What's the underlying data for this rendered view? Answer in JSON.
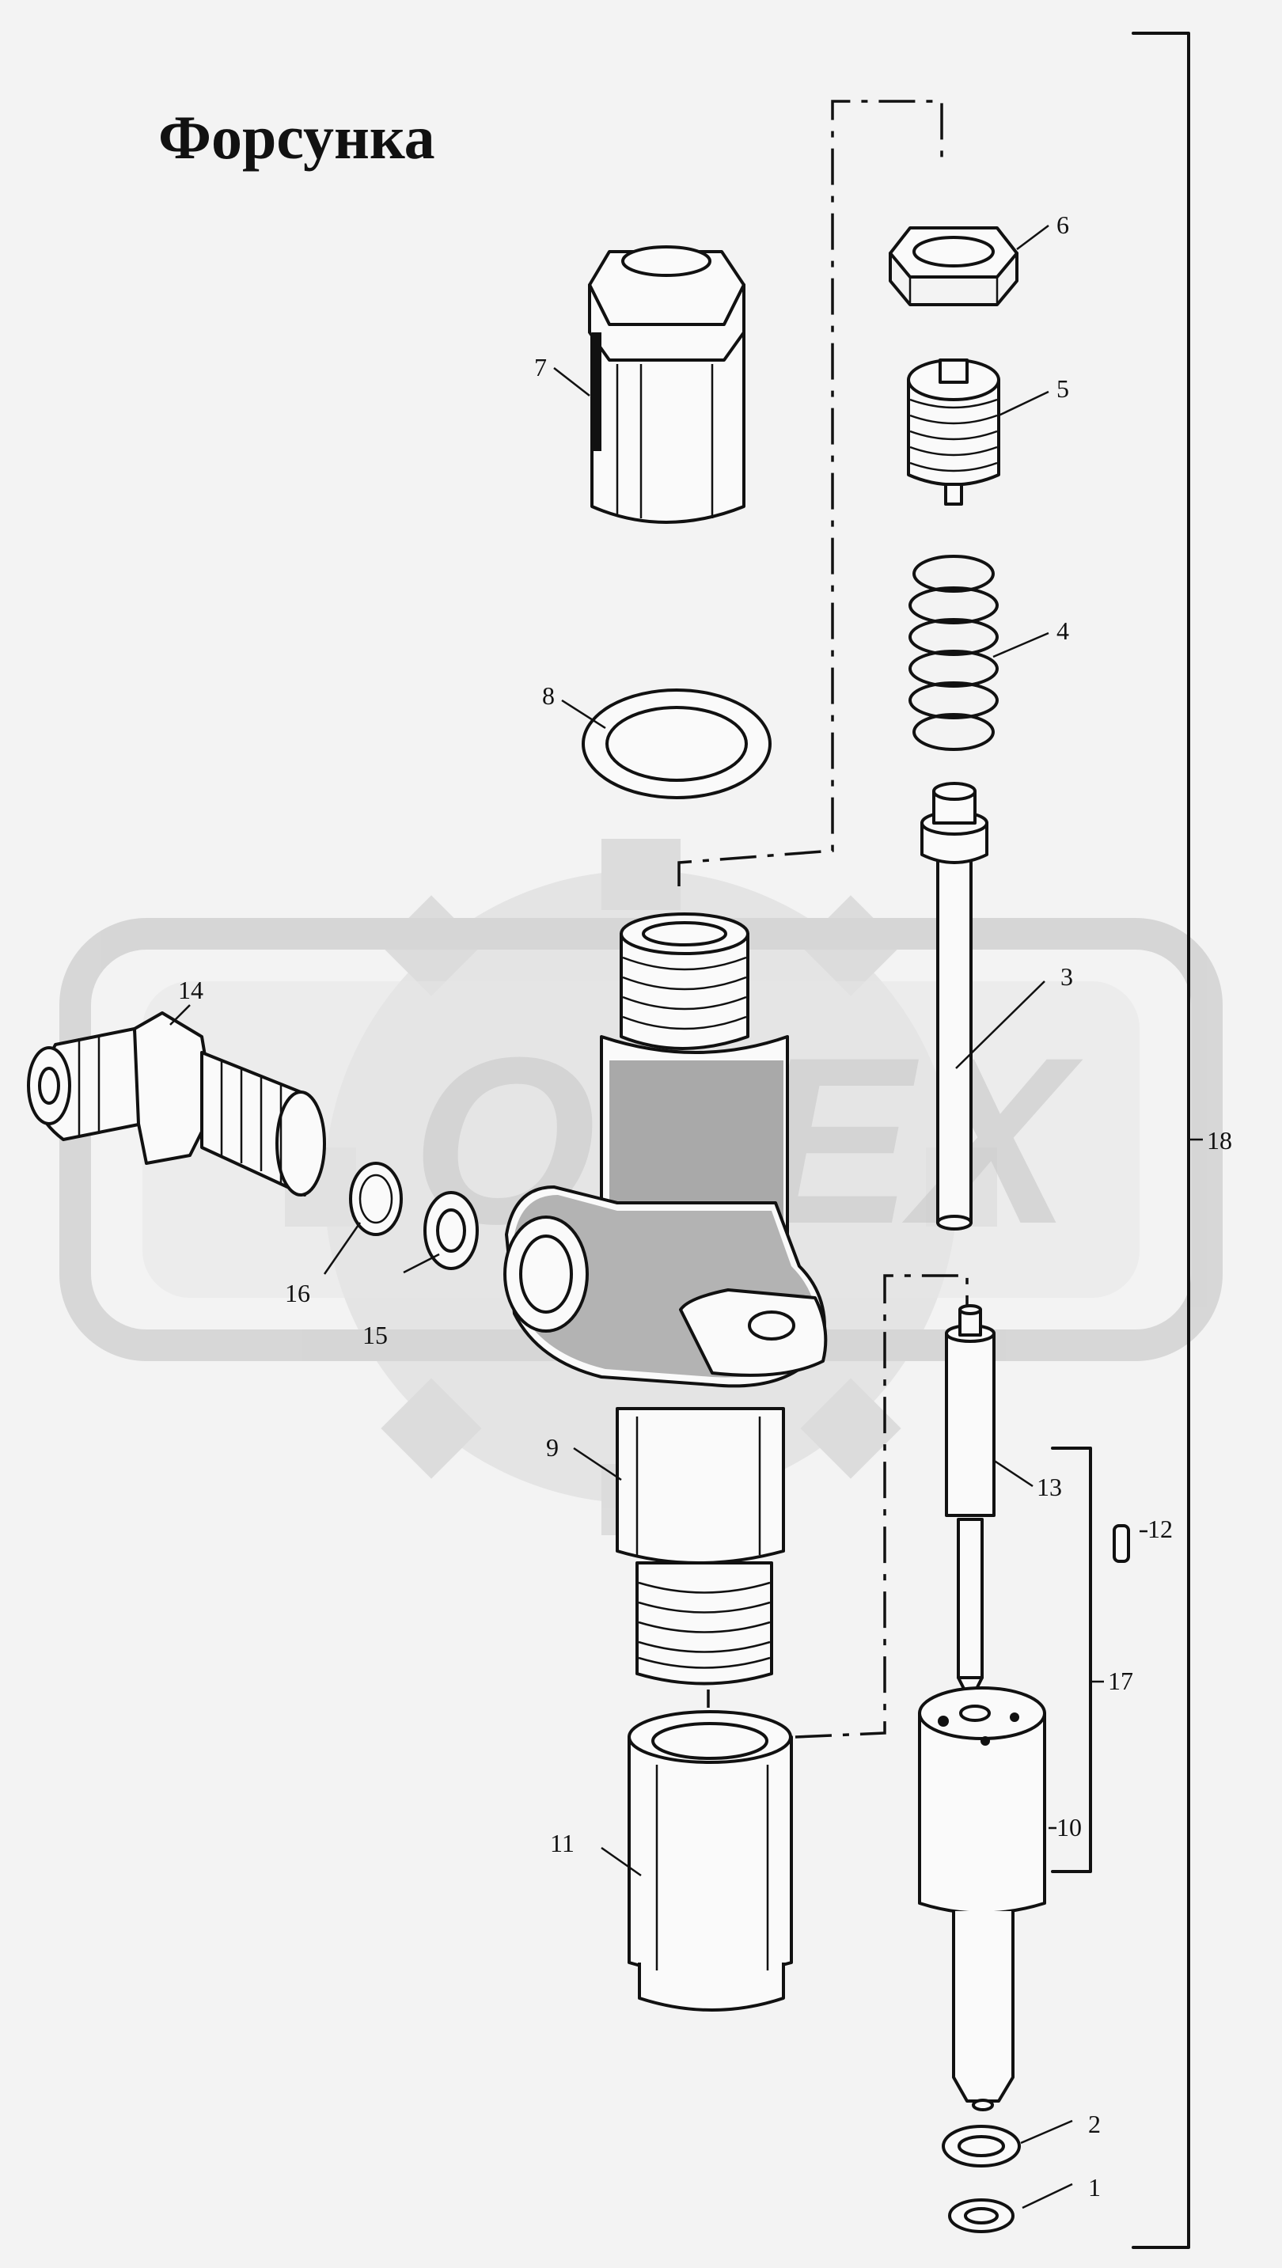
{
  "title": "Форсунка",
  "watermark": {
    "text": "OPEX",
    "color": "#cfcfcf"
  },
  "labels": [
    "1",
    "2",
    "3",
    "4",
    "5",
    "6",
    "7",
    "8",
    "9",
    "10",
    "11",
    "12",
    "13",
    "14",
    "15",
    "16",
    "17",
    "18"
  ],
  "colors": {
    "ink": "#111111",
    "paper": "#f3f3f3"
  }
}
